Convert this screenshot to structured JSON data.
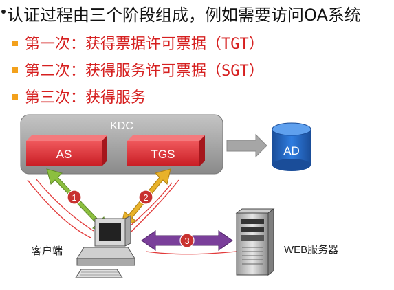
{
  "heading": "认证过程由三个阶段组成，例如需要访问OA系统",
  "steps": [
    {
      "prefix": "第一次：获得票据许可票据",
      "suffix": "（TGT）"
    },
    {
      "prefix": "第二次：获得服务许可票据",
      "suffix": "（SGT）"
    },
    {
      "prefix": "第三次：获得服务",
      "suffix": ""
    }
  ],
  "diagram": {
    "kdc": "KDC",
    "as": "AS",
    "tgs": "TGS",
    "ad": "AD",
    "client": "客户端",
    "web_server": "WEB服务器",
    "arrow_labels": [
      "1",
      "2",
      "3"
    ]
  },
  "colors": {
    "heading": "#111111",
    "step_text": "#d62020",
    "bullet": "#f3a11c",
    "kdc_box": "#9a9a9a",
    "server_box": "#e8333a",
    "ad_cylinder": "#1f5fb8",
    "arrow1": "#8cbf3f",
    "arrow2": "#e8b22a",
    "arrow3": "#7a3f9a",
    "badge": "#c8312f"
  }
}
